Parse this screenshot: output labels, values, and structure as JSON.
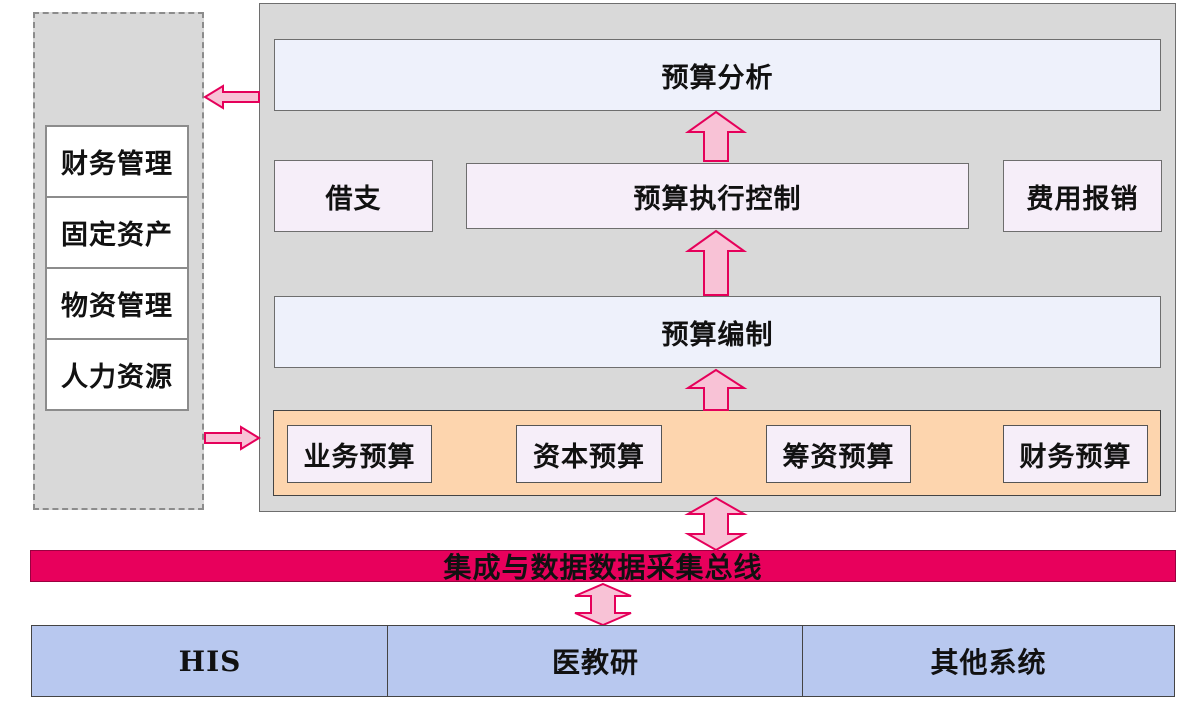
{
  "left_panel": {
    "items": [
      "财务管理",
      "固定资产",
      "物资管理",
      "人力资源"
    ]
  },
  "main": {
    "analysis": "预算分析",
    "loan": "借支",
    "execution_control": "预算执行控制",
    "expense_reimbursement": "费用报销",
    "budget_compilation": "预算编制",
    "budget_types": [
      "业务预算",
      "资本预算",
      "筹资预算",
      "财务预算"
    ]
  },
  "bus": {
    "label": "集成与数据数据采集总线"
  },
  "systems": [
    "HIS",
    "医教研",
    "其他系统"
  ],
  "colors": {
    "arrow_fill": "#f8c2d6",
    "arrow_stroke": "#e5005a",
    "bus": "#e8005c",
    "budget_row": "#fdd5ae",
    "systems": "#b8c8ef",
    "panel": "#d9d9d9"
  }
}
